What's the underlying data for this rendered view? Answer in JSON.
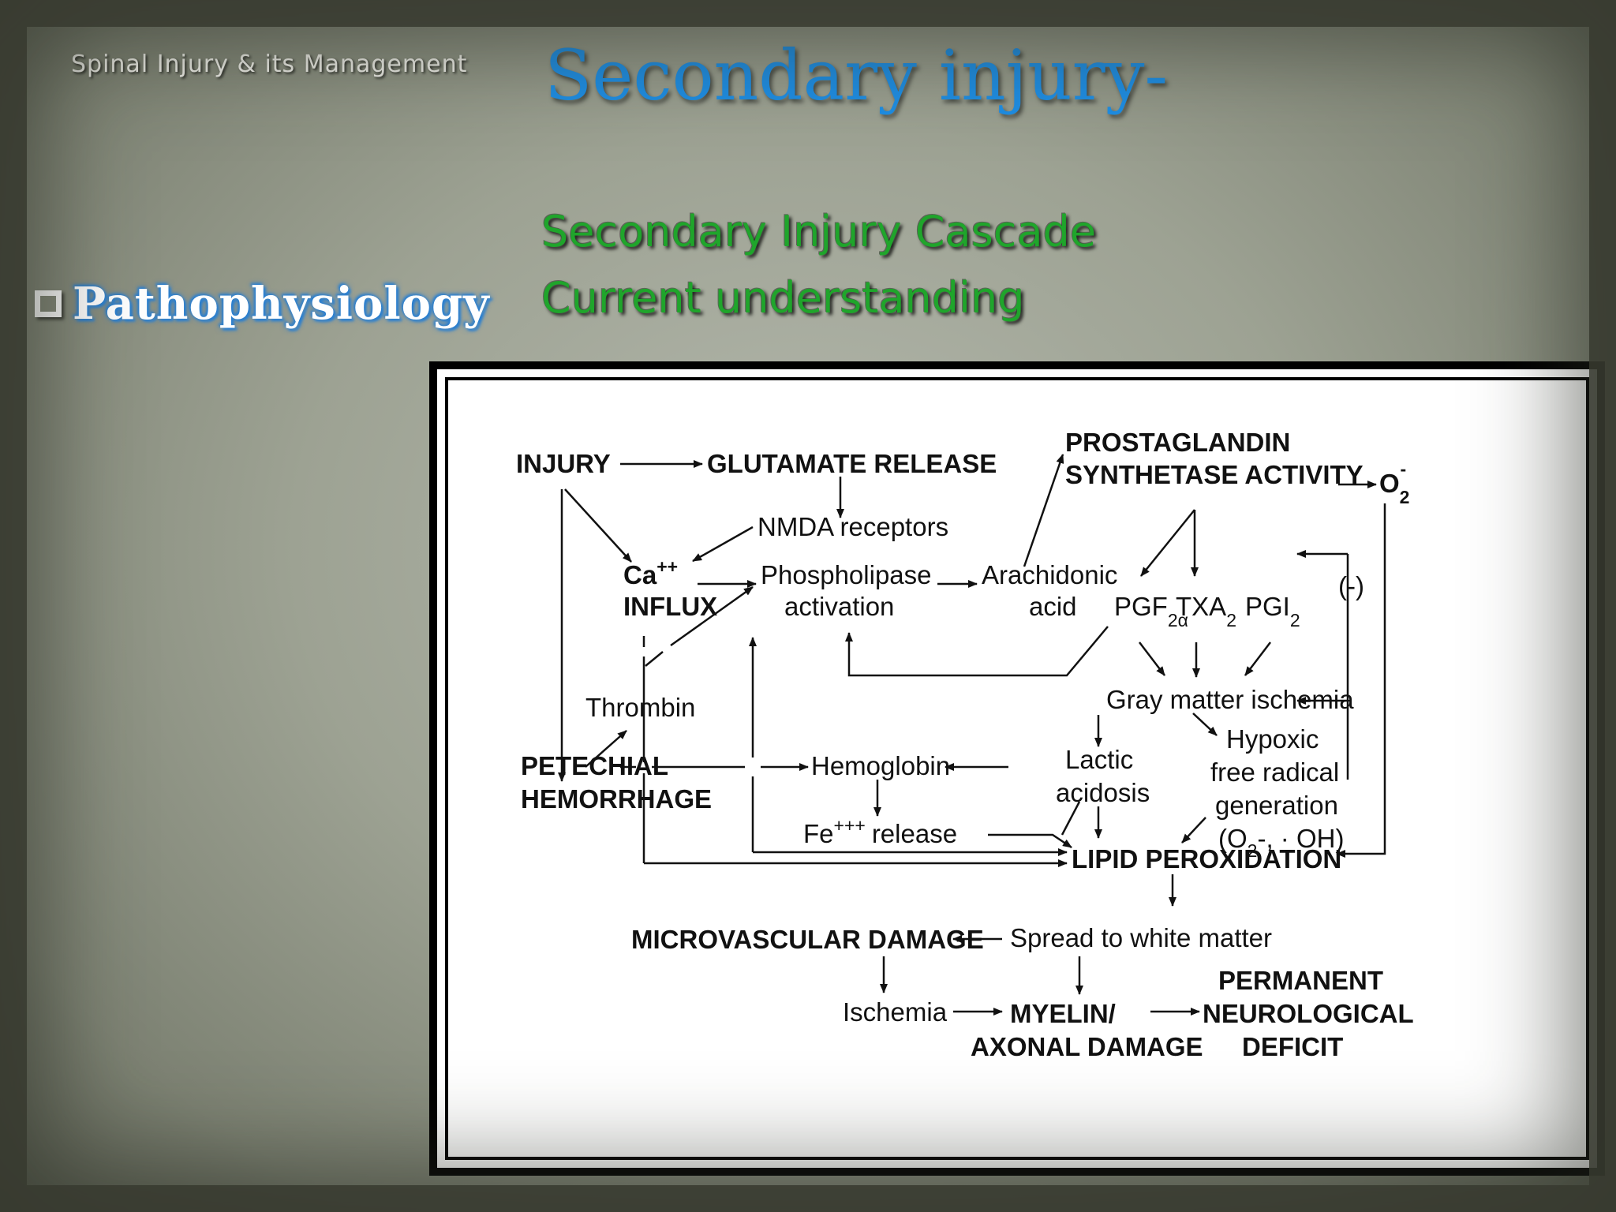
{
  "header": {
    "deck_label": "Spinal Injury & its Management",
    "title": "Secondary injury-"
  },
  "sidebar": {
    "bullet_label": "Pathophysiology"
  },
  "content": {
    "subtitle_line1": "Secondary Injury Cascade",
    "subtitle_line2": "Current understanding"
  },
  "diagram": {
    "injury": "INJURY",
    "glutamate_release": "GLUTAMATE RELEASE",
    "prostaglandin_line1": "PROSTAGLANDIN",
    "prostaglandin_line2": "SYNTHETASE ACTIVITY",
    "superoxide": "O",
    "superoxide_sub": "2",
    "superoxide_sup": "-",
    "nmda": "NMDA receptors",
    "ca": "Ca",
    "ca_sup": "++",
    "influx": "INFLUX",
    "phospholipase": "Phospholipase",
    "activation": "activation",
    "arachidonic": "Arachidonic",
    "acid": "acid",
    "pgf": "PGF",
    "pgf_sub": "2α",
    "txa": "TXA",
    "txa_sub": "2",
    "pgi": "PGI",
    "pgi_sub": "2",
    "inhibit": "(-)",
    "thrombin": "Thrombin",
    "gray_matter": "Gray matter ischemia",
    "hypoxic_line1": "Hypoxic",
    "hypoxic_line2": "free radical",
    "hypoxic_line3": "generation",
    "hypoxic_line4": "(O",
    "hypoxic_line4_sub": "2",
    "hypoxic_line4_end": "-, · OH)",
    "petechial_line1": "PETECHIAL",
    "petechial_line2": "HEMORRHAGE",
    "hemoglobin": "Hemoglobin",
    "lactic": "Lactic",
    "acidosis": "acidosis",
    "fe": "Fe",
    "fe_sup": "+++",
    "fe_release": "release",
    "lipid_peroxidation": "LIPID PEROXIDATION",
    "spread": "Spread to white matter",
    "microvascular": "MICROVASCULAR DAMAGE",
    "ischemia": "Ischemia",
    "myelin_line1": "MYELIN/",
    "myelin_line2": "AXONAL DAMAGE",
    "permanent_line1": "PERMANENT",
    "permanent_line2": "NEUROLOGICAL",
    "permanent_line3": "DEFICIT"
  }
}
